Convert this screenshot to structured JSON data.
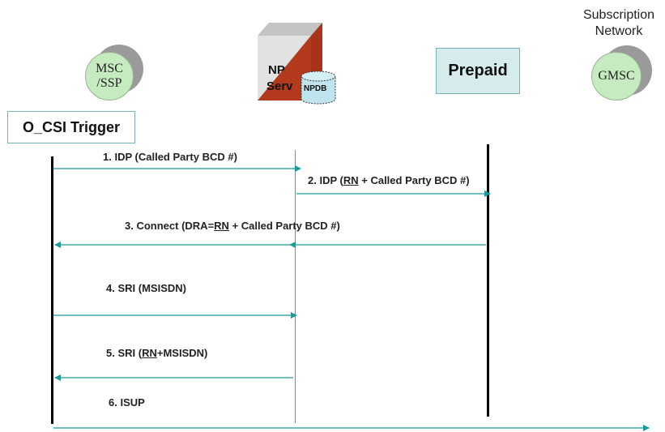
{
  "colors": {
    "arrow": "#1a9a9a",
    "node_fill": "#c6ebc0",
    "prepaid_fill": "#d6ecec"
  },
  "nodes": {
    "msc": {
      "line1": "MSC",
      "line2": "/SSP"
    },
    "np_server": {
      "np": "NP",
      "serv": "Serv",
      "npdb": "NPDB"
    },
    "prepaid": {
      "label": "Prepaid"
    },
    "gmsc": {
      "label": "GMSC",
      "caption_line1": "Subscription",
      "caption_line2": "Network"
    }
  },
  "trigger": {
    "label": "O_CSI Trigger"
  },
  "messages": [
    {
      "num": "1.",
      "pre": "IDP (Called Party BCD #)",
      "rn": "",
      "post": ""
    },
    {
      "num": "2.",
      "pre": "IDP (",
      "rn": "RN",
      "post": " + Called Party BCD #)"
    },
    {
      "num": "3.",
      "pre": "Connect (DRA=",
      "rn": "RN",
      "post": " + Called Party BCD #)"
    },
    {
      "num": "4.",
      "pre": "SRI (MSISDN)",
      "rn": "",
      "post": ""
    },
    {
      "num": "5.",
      "pre": "SRI (",
      "rn": "RN",
      "post": "+MSISDN)"
    },
    {
      "num": "6.",
      "pre": "ISUP",
      "rn": "",
      "post": ""
    }
  ]
}
